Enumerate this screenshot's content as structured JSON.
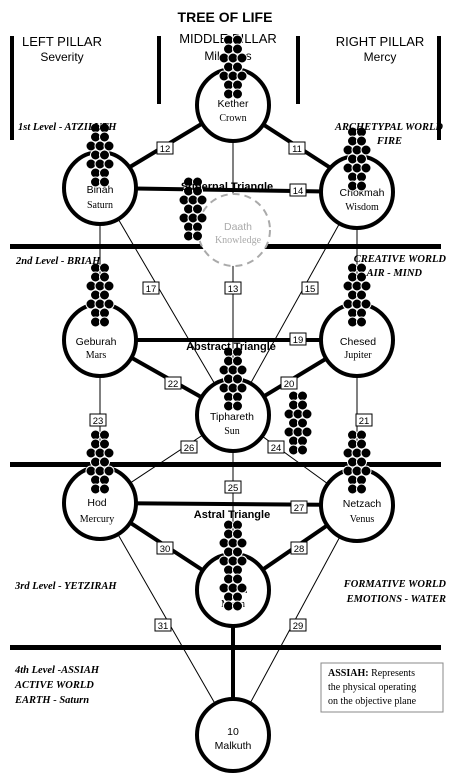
{
  "title": "TREE OF LIFE",
  "pillars": {
    "left": {
      "name": "LEFT PILLAR",
      "sub": "Severity"
    },
    "middle": {
      "name": "MIDDLE PILLAR",
      "sub": "Mildness"
    },
    "right": {
      "name": "RIGHT PILLAR",
      "sub": "Mercy"
    }
  },
  "levels": {
    "l1": "1st Level - ATZILUTH",
    "l2": "2nd Level - BRIAH",
    "l3": "3rd Level - YETZIRAH",
    "l4a": "4th Level -ASSIAH",
    "l4b": "ACTIVE WORLD",
    "l4c": "EARTH - Saturn"
  },
  "worlds": {
    "archetypal_1": "ARCHETYPAL WORLD",
    "archetypal_2": "FIRE",
    "creative_1": "CREATIVE WORLD",
    "creative_2": "AIR - MIND",
    "formative_1": "FORMATIVE WORLD",
    "formative_2": "EMOTIONS - WATER"
  },
  "triangles": {
    "supernal": "Supernal Triangle",
    "abstract": "Abstract Triangle",
    "astral": "Astral Triangle"
  },
  "sefirot": {
    "keter": {
      "name": "Kether",
      "sub": "Crown"
    },
    "binah": {
      "name": "Binah",
      "sub": "Saturn"
    },
    "chokmah": {
      "name": "Chokmah",
      "sub": "Wisdom"
    },
    "daath": {
      "name": "Daath",
      "sub": "Knowledge"
    },
    "geburah": {
      "name": "Geburah",
      "sub": "Mars"
    },
    "chesed": {
      "name": "Chesed",
      "sub": "Jupiter"
    },
    "tiphareth": {
      "name": "Tiphareth",
      "sub": "Sun"
    },
    "hod": {
      "name": "Hod",
      "sub": "Mercury"
    },
    "netzach": {
      "name": "Netzach",
      "sub": "Venus"
    },
    "yesod": {
      "name": "Yesod",
      "sub": "Moon"
    },
    "malkuth": {
      "num": "10",
      "name": "Malkuth"
    }
  },
  "paths": {
    "p11": "11",
    "p12": "12",
    "p13": "13",
    "p14": "14",
    "p15": "15",
    "p17": "17",
    "p19": "19",
    "p20": "20",
    "p21": "21",
    "p22": "22",
    "p23": "23",
    "p24": "24",
    "p25": "25",
    "p26": "26",
    "p27": "27",
    "p28": "28",
    "p29": "29",
    "p30": "30",
    "p31": "31"
  },
  "note": {
    "bold": "ASSIAH:",
    "line1": " Represents",
    "line2": "the physical operating",
    "line3": "on the objective plane"
  }
}
